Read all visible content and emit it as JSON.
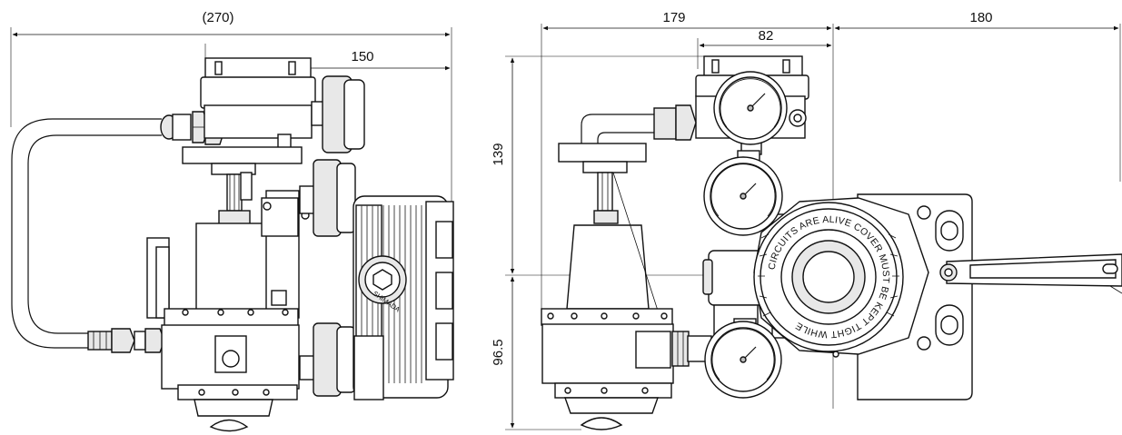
{
  "dimensions": {
    "left_overall": "(270)",
    "left_partial": "150",
    "right_left_width": "179",
    "right_center_width": "82",
    "right_right_width": "180",
    "right_upper_height": "139",
    "right_lower_height": "96.5"
  },
  "markings": {
    "body_stamp": "SHIMADA",
    "cover_warning": "CIRCUITS ARE ALIVE   COVER MUST BE KEPT TIGHT WHILE"
  }
}
